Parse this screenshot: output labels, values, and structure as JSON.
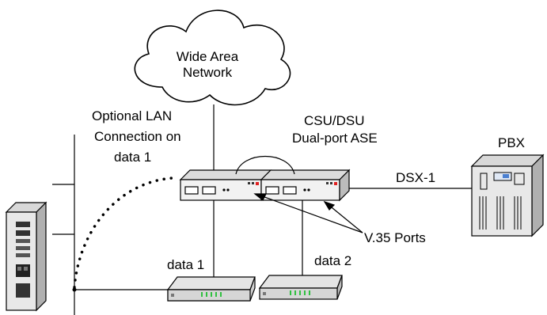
{
  "cloud": {
    "line1": "Wide Area",
    "line2": "Network"
  },
  "lan_label": {
    "line1": "Optional LAN",
    "line2": "Connection on",
    "line3": "data 1"
  },
  "csu_label": {
    "line1": "CSU/DSU",
    "line2": "Dual-port ASE"
  },
  "pbx_label": "PBX",
  "dsx_label": "DSX-1",
  "v35_label": "V.35 Ports",
  "data1_label": "data 1",
  "data2_label": "data 2",
  "colors": {
    "line": "#000000",
    "device_fill": "#f2f2f2",
    "led": "#e02020",
    "led_green": "#30c040"
  }
}
